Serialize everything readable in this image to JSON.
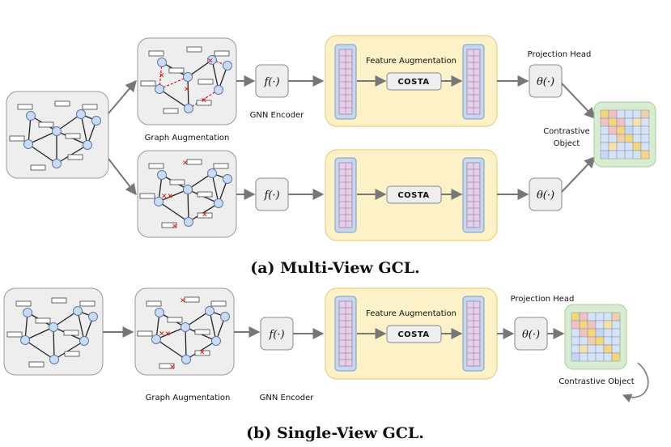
{
  "colors": {
    "graph_box": "#eeeeee",
    "feature_box": "#fdf1c8",
    "feature_border": "#e8c86a",
    "tensor_fill": "#e6cfe8",
    "tensor_frame": "#c5d8ee",
    "contrast_box": "#d8ecd0",
    "node_fill": "#c9dcf3",
    "drop_mark": "#e01010",
    "arrow": "#777777"
  },
  "panel_a": {
    "graph_aug_label": "Graph Augmentation",
    "gnn_encoder_label": "GNN Encoder",
    "feature_aug_label": "Feature Augmentation",
    "costa_label": "COSTA",
    "projection_head_label": "Projection Head",
    "contrastive_label_line1": "Contrastive",
    "contrastive_label_line2": "Object",
    "encoder_symbol": "f(·)",
    "projection_symbol": "θ(·)",
    "caption": "(a)  Multi-View GCL."
  },
  "panel_b": {
    "graph_aug_label": "Graph Augmentation",
    "gnn_encoder_label": "GNN Encoder",
    "feature_aug_label": "Feature Augmentation",
    "costa_label": "COSTA",
    "projection_head_label": "Projection Head",
    "contrastive_label": "Contrastive Object",
    "encoder_symbol": "f(·)",
    "projection_symbol": "θ(·)",
    "caption": "(b)  Single-View GCL."
  }
}
